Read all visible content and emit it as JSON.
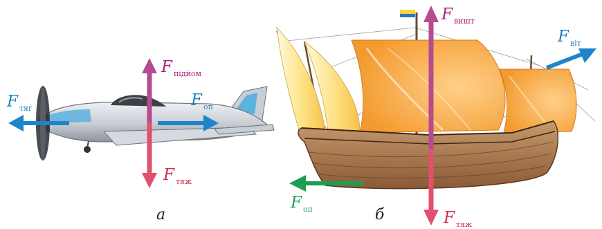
{
  "panel_a": {
    "caption": "а",
    "forces": {
      "lift": {
        "symbol": "F",
        "subscript": "підйом"
      },
      "thrust": {
        "symbol": "F",
        "subscript": "тяг"
      },
      "drag": {
        "symbol": "F",
        "subscript": "оп"
      },
      "weight": {
        "symbol": "F",
        "subscript": "тяж"
      }
    }
  },
  "panel_b": {
    "caption": "б",
    "forces": {
      "buoyancy": {
        "symbol": "F",
        "subscript": "вишт"
      },
      "wind": {
        "symbol": "F",
        "subscript": "віт"
      },
      "drag": {
        "symbol": "F",
        "subscript": "оп"
      },
      "weight": {
        "symbol": "F",
        "subscript": "тяж"
      }
    }
  },
  "colors": {
    "lift": "#a8237a",
    "thrust": "#1e7fc0",
    "weight": "#cf2e4e",
    "water_drag": "#1e9e52"
  }
}
